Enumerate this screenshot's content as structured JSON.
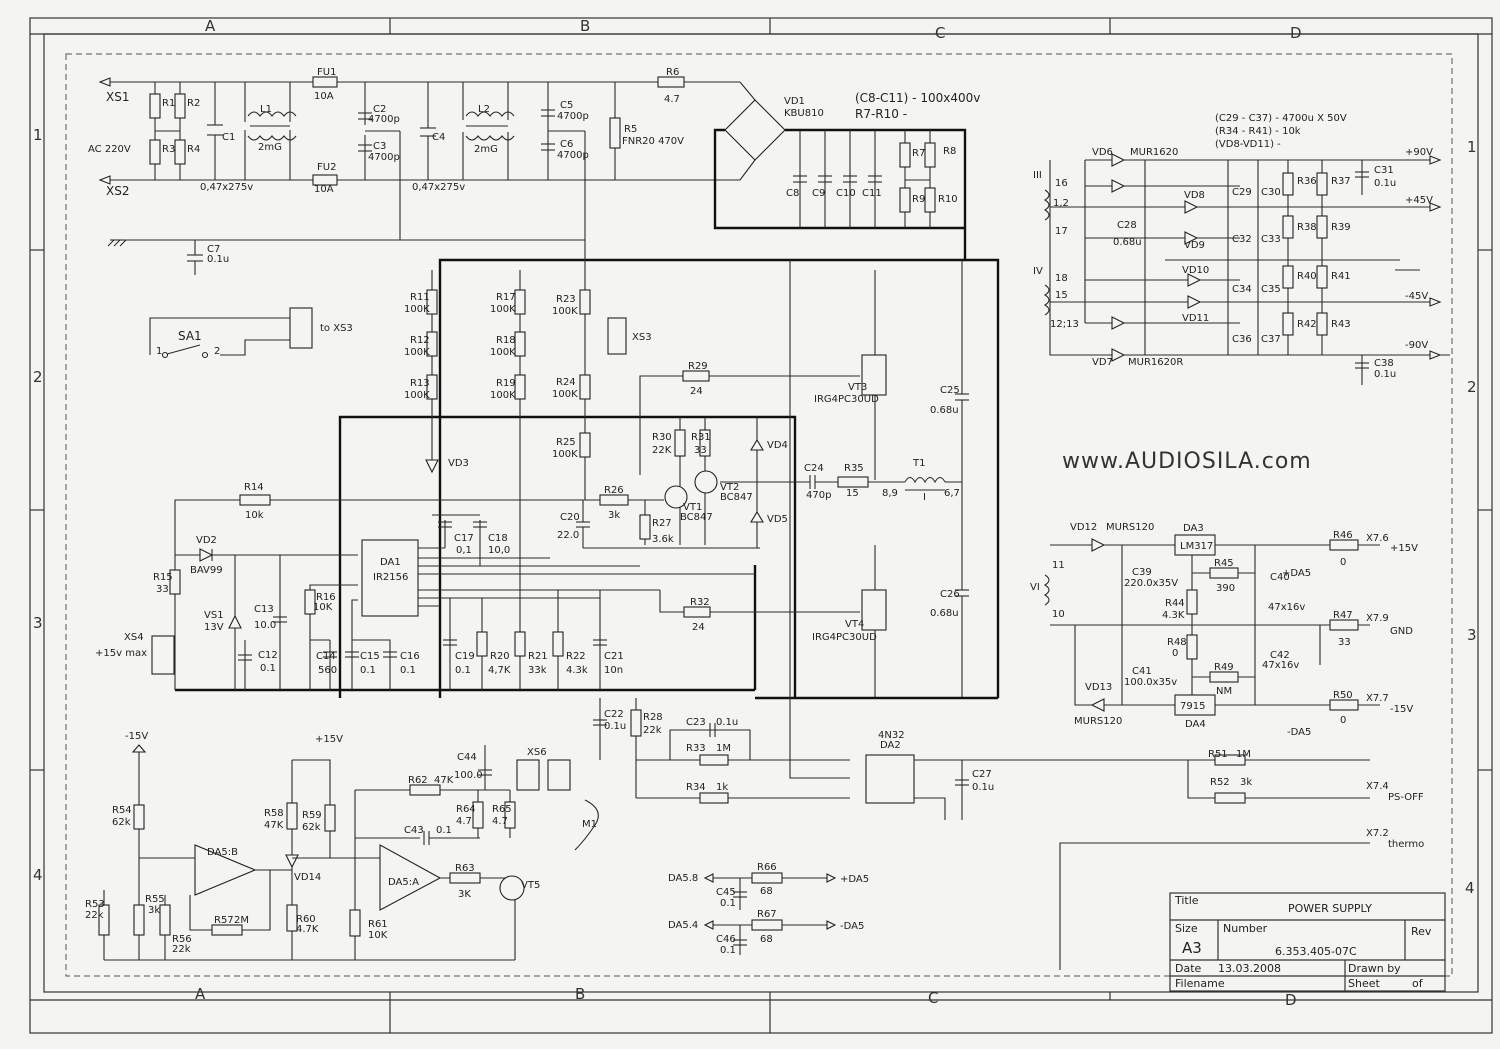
{
  "zones": {
    "columns": [
      "A",
      "B",
      "C",
      "D"
    ],
    "rows": [
      "1",
      "2",
      "3",
      "4"
    ]
  },
  "website": "www.AUDIOSILA.com",
  "notes": {
    "c8_c11": "(C8-C11) - 100x400v",
    "r7_r10": "R7-R10 -",
    "c29_c37": "(C29 - C37) - 4700u X 50V",
    "r34_r41": "(R34 - R41) - 10k",
    "vd8_vd11": "(VD8-VD11) -"
  },
  "title_block": {
    "title_label": "Title",
    "title": "POWER SUPPLY",
    "size_label": "Size",
    "size": "A3",
    "number_label": "Number",
    "number": "6.353.405-07C",
    "rev_label": "Rev",
    "date_label": "Date",
    "date": "13.03.2008",
    "drawn_label": "Drawn by",
    "filename_label": "Filename",
    "sheet_label": "Sheet",
    "of_label": "of"
  },
  "connectors": {
    "xs1": "XS1",
    "xs2": "XS2",
    "ac": "AC 220V",
    "sa1": "SA1",
    "sa1_p1": "1",
    "sa1_p2": "2",
    "to_xs3": "to XS3",
    "xs3": "XS3",
    "xs4": "XS4",
    "xs4_v": "+15v max",
    "xs6": "XS6",
    "m1": "M1",
    "x76": "X7.6",
    "x79": "X7.9",
    "x77": "X7.7",
    "x74": "X7.4",
    "x72": "X7.2",
    "p15": "+15V",
    "gnd": "GND",
    "m15": "-15V",
    "psoff": "PS-OFF",
    "thermo": "thermo",
    "p90": "+90V",
    "p45": "+45V",
    "m45": "-45V",
    "m90": "-90V",
    "da58": "DA5.8",
    "da54": "DA5.4",
    "pda5": "+DA5",
    "mda5": "-DA5",
    "pda5b": "+DA5",
    "mda5b": "-DA5",
    "m15top": "-15V",
    "p15top": "+15V"
  },
  "parts": {
    "r1": "R1",
    "r2": "R2",
    "r3": "R3",
    "r4": "R4",
    "c1": "C1",
    "l1": "L1",
    "l1v": "2mG",
    "fu1": "FU1",
    "fu1v": "10A",
    "fu2": "FU2",
    "fu2v": "10A",
    "c1v": "0,47x275v",
    "c2": "C2",
    "c2v": "4700p",
    "c3": "C3",
    "c3v": "4700p",
    "c4": "C4",
    "c4v": "0,47x275v",
    "l2": "L2",
    "l2v": "2mG",
    "c5": "C5",
    "c5v": "4700p",
    "c6": "C6",
    "c6v": "4700p",
    "r5": "R5",
    "r5v": "FNR20 470V",
    "r6": "R6",
    "r6v": "4.7",
    "vd1": "VD1",
    "vd1v": "KBU810",
    "c7": "C7",
    "c7v": "0.1u",
    "c8": "C8",
    "c9": "C9",
    "c10": "C10",
    "c11": "C11",
    "r7": "R7",
    "r8": "R8",
    "r9": "R9",
    "r10": "R10",
    "r11": "R11",
    "r11v": "100K",
    "r12": "R12",
    "r12v": "100K",
    "r13": "R13",
    "r13v": "100K",
    "r17": "R17",
    "r17v": "100K",
    "r18": "R18",
    "r18v": "100K",
    "r19": "R19",
    "r19v": "100K",
    "r23": "R23",
    "r23v": "100K",
    "r24": "R24",
    "r24v": "100K",
    "r25": "R25",
    "r25v": "100K",
    "r29": "R29",
    "r29v": "24",
    "vt3": "VT3",
    "vt3v": "IRG4PC30UD",
    "c25": "C25",
    "c25v": "0.68u",
    "r30": "R30",
    "r30v": "22K",
    "r31": "R31",
    "r31v": "33",
    "vd4": "VD4",
    "vd5": "VD5",
    "vt1": "VT1",
    "vt1v": "BC847",
    "vt2": "VT2",
    "vt2v": "BC847",
    "r26": "R26",
    "r26v": "3k",
    "r27": "R27",
    "r27v": "3.6k",
    "c20": "C20",
    "c20v": "22.0",
    "c24": "C24",
    "c24v": "470p",
    "r35": "R35",
    "r35v": "15",
    "t1": "T1",
    "t1a": "8,9",
    "t1b": "I",
    "t1c": "6,7",
    "r14": "R14",
    "r14v": "10k",
    "vd2": "VD2",
    "vd2v": "BAV99",
    "r15": "R15",
    "r15v": "33",
    "vd3": "VD3",
    "c17": "C17",
    "c17v": "0,1",
    "c18": "C18",
    "c18v": "10,0",
    "da1": "DA1",
    "da1v": "IR2156",
    "vs1": "VS1",
    "vs1v": "13V",
    "c13": "C13",
    "c13v": "10.0",
    "r16": "R16",
    "r16v": "10K",
    "c12": "C12",
    "c12v": "0.1",
    "c14": "C14",
    "c14v": "560",
    "c15": "C15",
    "c15v": "0.1",
    "c16": "C16",
    "c16v": "0.1",
    "c19": "C19",
    "c19v": "0.1",
    "r20": "R20",
    "r20v": "4,7K",
    "r21": "R21",
    "r21v": "33k",
    "r22": "R22",
    "r22v": "4.3k",
    "c21": "C21",
    "c21v": "10n",
    "r32": "R32",
    "r32v": "24",
    "vt4": "VT4",
    "vt4v": "IRG4PC30UD",
    "c26": "C26",
    "c26v": "0.68u",
    "c22": "C22",
    "c22v": "0.1u",
    "r28": "R28",
    "r28v": "22k",
    "c23": "C23",
    "c23v": "0.1u",
    "r33": "R33",
    "r33v": "1M",
    "r34": "R34",
    "r34v": "1k",
    "da2": "DA2",
    "da2v": "4N32",
    "c27": "C27",
    "c27v": "0.1u",
    "vd6": "VD6",
    "vd6v": "MUR1620",
    "vd7": "VD7",
    "vd7v": "MUR1620R",
    "vd8": "VD8",
    "vd9": "VD9",
    "vd10": "VD10",
    "vd11": "VD11",
    "c28": "C28",
    "c28v": "0.68u",
    "c29": "C29",
    "c30": "C30",
    "c31": "C31",
    "c31v": "0.1u",
    "c32": "C32",
    "c33": "C33",
    "c34": "C34",
    "c35": "C35",
    "c36": "C36",
    "c37": "C37",
    "c38": "C38",
    "c38v": "0.1u",
    "r36": "R36",
    "r37": "R37",
    "r38": "R38",
    "r39": "R39",
    "r40": "R40",
    "r41": "R41",
    "r42": "R42",
    "r43": "R43",
    "w3": "III",
    "w4": "IV",
    "p16": "16",
    "p12": "1,2",
    "p17": "17",
    "p18": "18",
    "p15": "15",
    "p1213": "12;13",
    "vd12": "VD12",
    "vd12v": "MURS120",
    "vd13": "VD13",
    "vd13v": "MURS120",
    "da3": "DA3",
    "da3v": "LM317",
    "da4": "DA4",
    "da4v": "7915",
    "c39": "C39",
    "c39v": "220.0x35V",
    "c41": "C41",
    "c41v": "100.0x35v",
    "r45": "R45",
    "r45v": "390",
    "r44": "R44",
    "r44v": "4.3K",
    "r48": "R48",
    "r48v": "0",
    "r49": "R49",
    "r49v": "NM",
    "c40": "C40",
    "c40v": "47x16v",
    "c42": "C42",
    "c42v": "47x16v",
    "r46": "R46",
    "r46v": "0",
    "r47": "R47",
    "r47v": "33",
    "r50": "R50",
    "r50v": "0",
    "r51": "R51",
    "r51v": "1M",
    "r52": "R52",
    "r52v": "3k",
    "w6": "VI",
    "p11": "11",
    "p10": "10",
    "r54": "R54",
    "r54v": "62k",
    "da5b": "DA5:B",
    "r53": "R53",
    "r53v": "22k",
    "r55": "R55",
    "r55v": "3k",
    "r56": "R56",
    "r56v": "22k",
    "r57": "R57",
    "r57v": "2M",
    "r58": "R58",
    "r58v": "47K",
    "vd14": "VD14",
    "r59": "R59",
    "r59v": "62k",
    "r60": "R60",
    "r60v": "4.7K",
    "r61": "R61",
    "r61v": "10K",
    "da5a": "DA5:A",
    "r62": "R62",
    "r62v": "47K",
    "c44": "C44",
    "c44v": "100.0",
    "r64": "R64",
    "r64v": "4.7",
    "r65": "R65",
    "r65v": "4.7",
    "c43": "C43",
    "c43v": "0.1",
    "r63": "R63",
    "r63v": "3K",
    "vt5": "VT5",
    "r66": "R66",
    "r66v": "68",
    "c45": "C45",
    "c45v": "0.1",
    "r67": "R67",
    "r67v": "68",
    "c46": "C46",
    "c46v": "0.1"
  }
}
